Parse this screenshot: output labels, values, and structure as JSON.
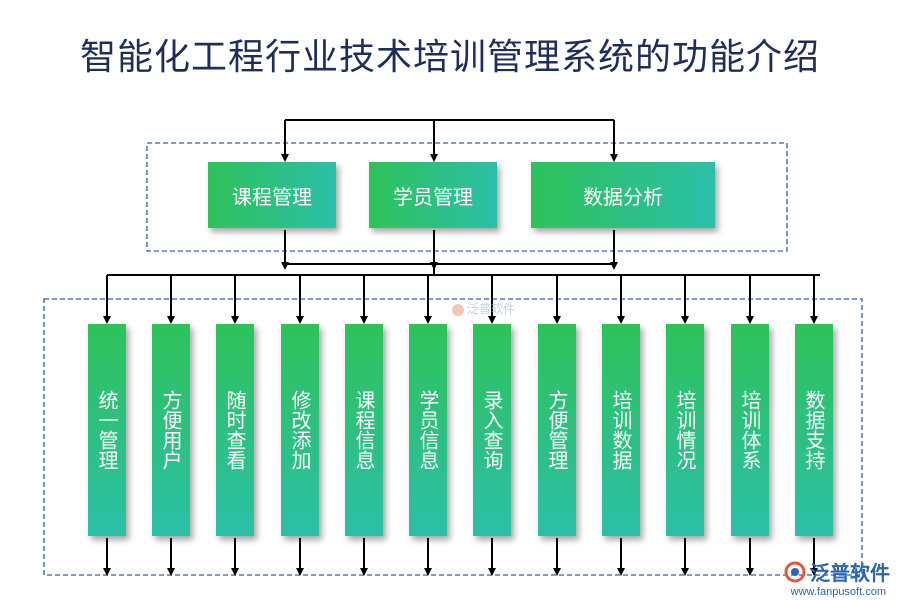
{
  "title": "智能化工程行业技术培训管理系统的功能介绍",
  "top_modules": [
    "课程管理",
    "学员管理",
    "数据分析"
  ],
  "functions": [
    "统一管理",
    "方便用户",
    "随时查看",
    "修改添加",
    "课程信息",
    "学员信息",
    "录入查询",
    "方便管理",
    "培训数据",
    "培训情况",
    "培训体系",
    "数据支持"
  ],
  "watermark_center": "泛普软件",
  "logo": {
    "text": "泛普软件",
    "url": "www.fanpusoft.com"
  },
  "colors": {
    "box_start": "#2ec25a",
    "box_end": "#2cbfa8",
    "title": "#1f2d5c",
    "dash": "#3a5aa8"
  }
}
